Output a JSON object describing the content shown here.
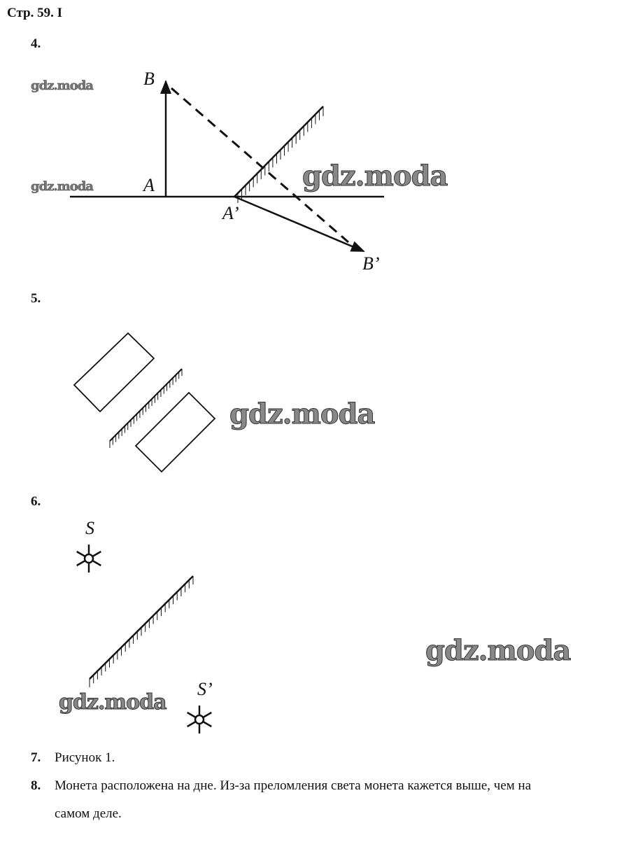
{
  "header": "Стр. 59. I",
  "tasks": {
    "t4": {
      "number": "4.",
      "labels": {
        "B": "B",
        "A": "A",
        "A1": "A’",
        "B1": "B’"
      }
    },
    "t5": {
      "number": "5."
    },
    "t6": {
      "number": "6.",
      "labels": {
        "S": "S",
        "S1": "S’"
      }
    },
    "t7": {
      "number": "7.",
      "text": "Рисунок 1."
    },
    "t8": {
      "number": "8.",
      "text_line1": "Монета расположена на дне. Из-за преломления света монета кажется выше, чем на",
      "text_line2": "самом деле."
    }
  },
  "watermark": "gdz.moda"
}
